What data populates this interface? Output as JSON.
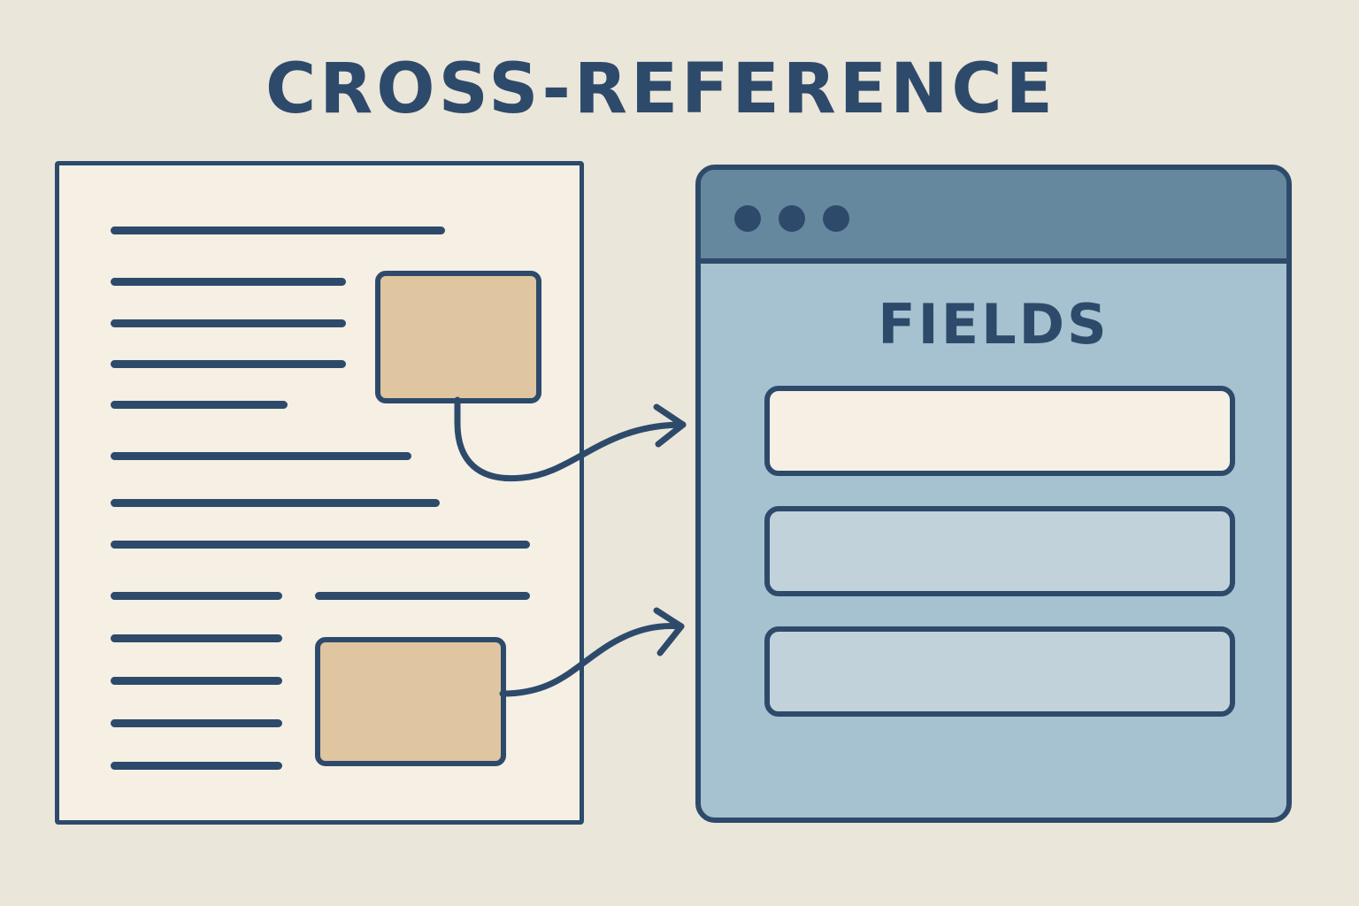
{
  "title": "CROSS-REFERENCE",
  "document": {
    "highlight_color": "#dfc5a0",
    "paper_color": "#f5efe4"
  },
  "form": {
    "heading": "FIELDS",
    "field_count": 3,
    "active_field_color": "#f5efe4",
    "inactive_field_color": "#c1d2da"
  },
  "colors": {
    "ink": "#2e4a6b",
    "background": "#ebe6da",
    "browser_body": "#a6c1cf",
    "browser_titlebar": "#65889f"
  }
}
